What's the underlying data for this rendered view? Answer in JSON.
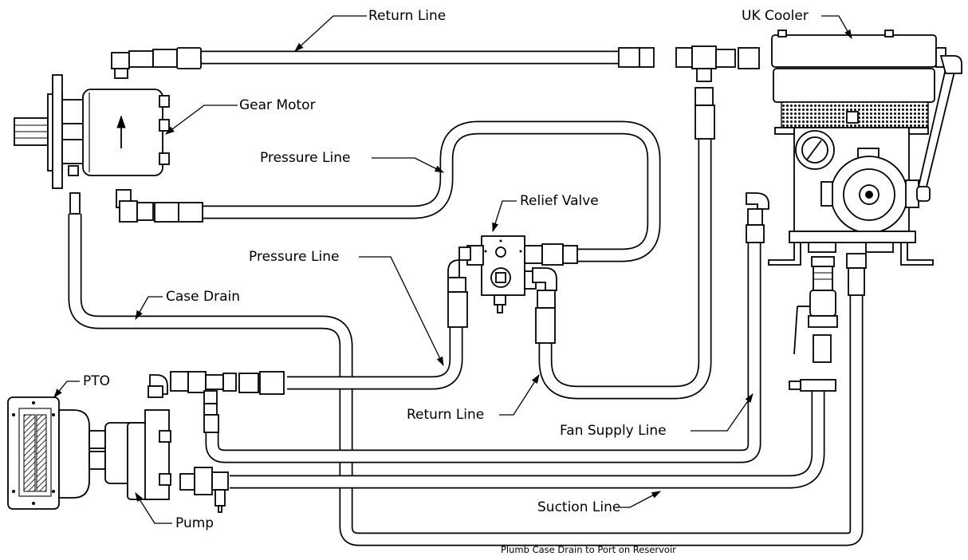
{
  "labels": {
    "return_line_top": "Return Line",
    "uk_cooler": "UK Cooler",
    "gear_motor": "Gear Motor",
    "pressure_line_top": "Pressure Line",
    "relief_valve": "Relief Valve",
    "pressure_line_mid": "Pressure Line",
    "case_drain": "Case Drain",
    "pto": "PTO",
    "return_line_bottom": "Return Line",
    "fan_supply_line": "Fan Supply Line",
    "suction_line": "Suction Line",
    "pump": "Pump"
  },
  "note": "Plumb Case Drain to Port on Reservoir"
}
